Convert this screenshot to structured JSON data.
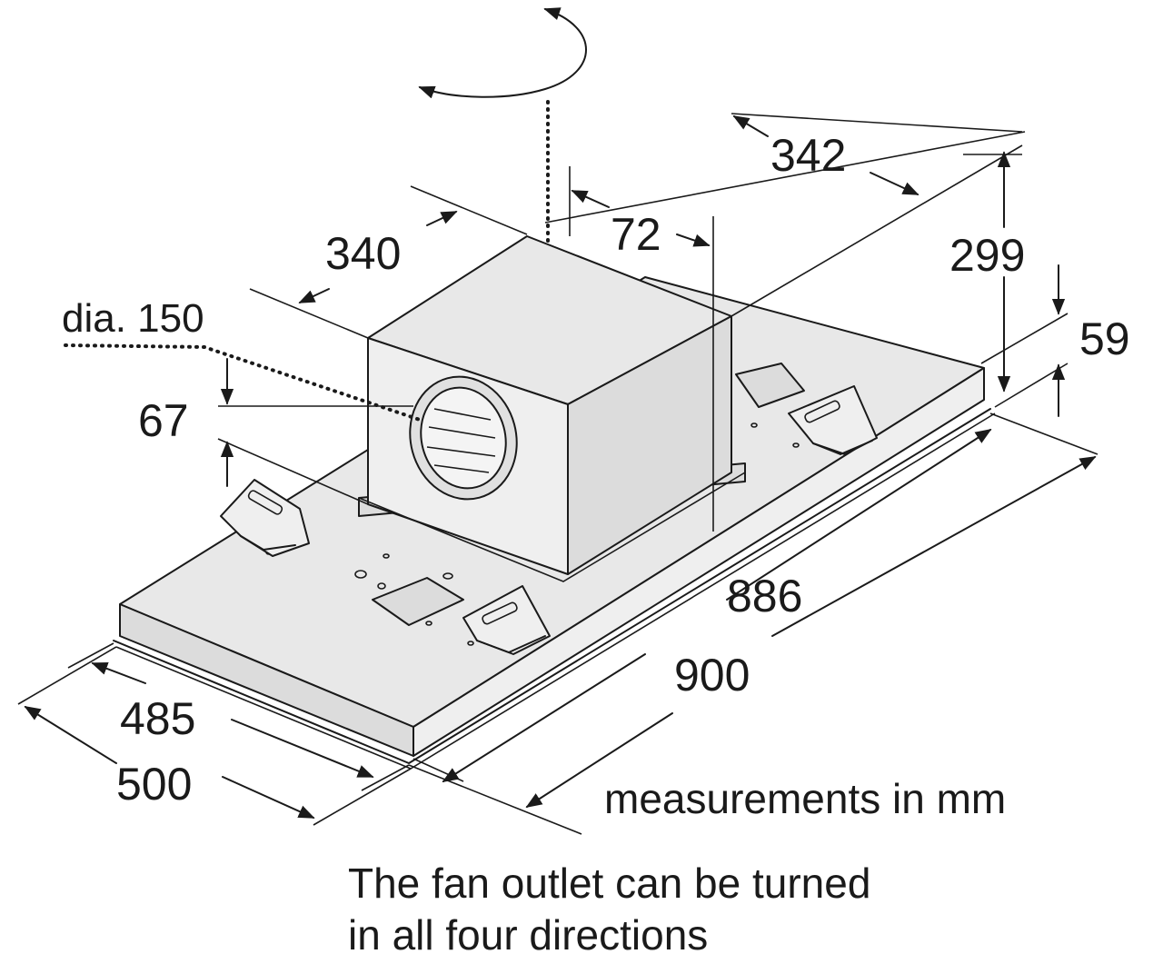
{
  "dimensions": {
    "d342": "342",
    "d72": "72",
    "d340": "340",
    "d299": "299",
    "d59": "59",
    "dia": "dia. 150",
    "d67": "67",
    "d886": "886",
    "d900": "900",
    "d485": "485",
    "d500": "500"
  },
  "notes": {
    "units": "measurements in mm",
    "outlet_line1": "The fan outlet can be turned",
    "outlet_line2": "in all four directions"
  },
  "colors": {
    "line": "#1a1a1a",
    "face": "#e8e8e8",
    "background": "#ffffff"
  }
}
